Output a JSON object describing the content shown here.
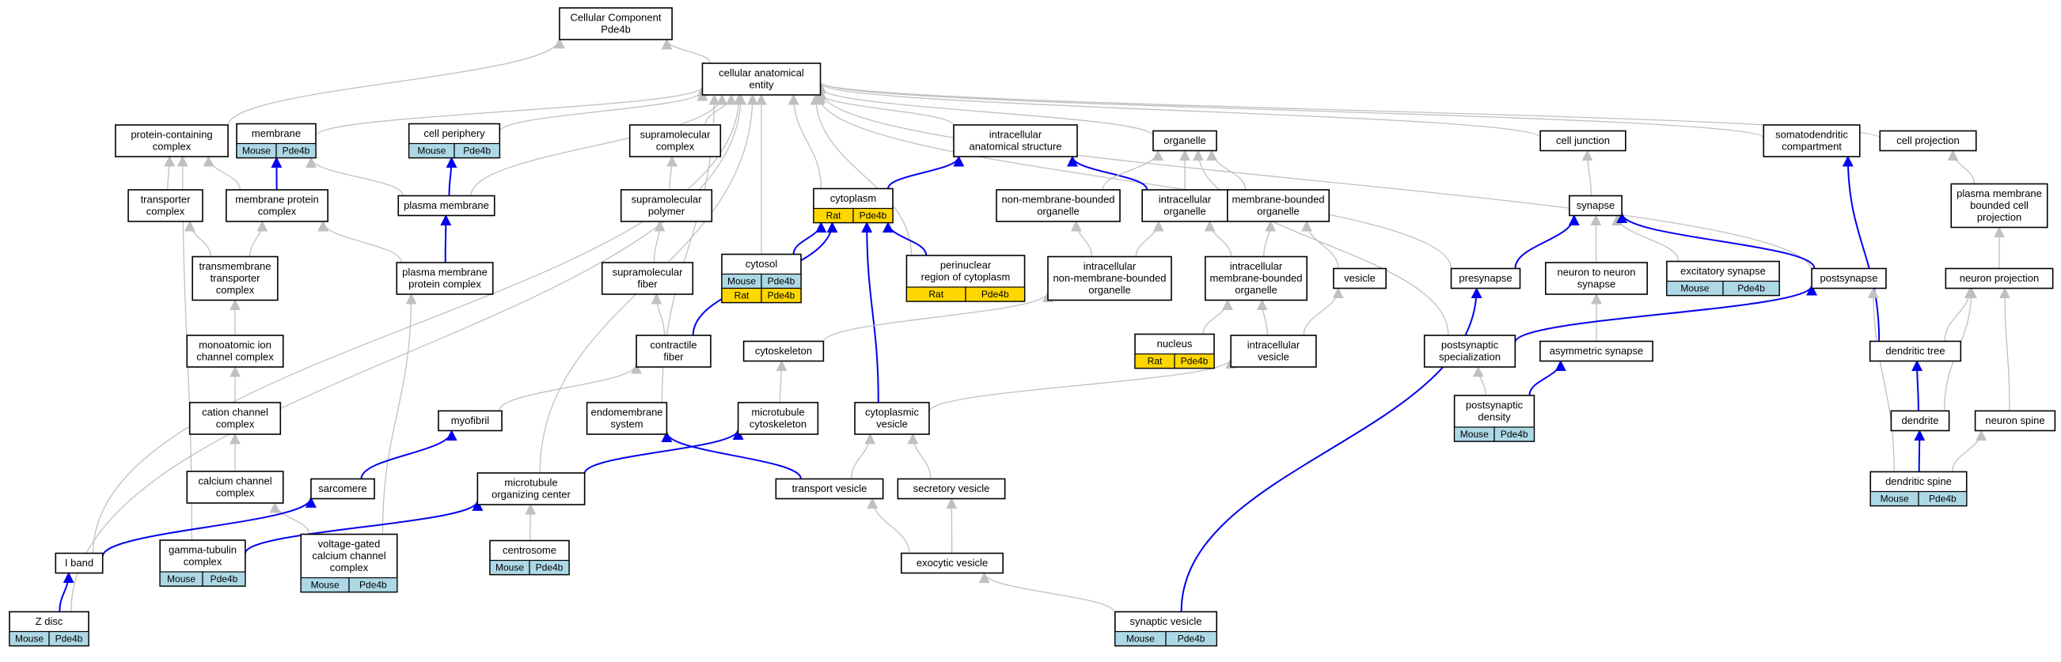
{
  "colors": {
    "is_a_edge": "#c0c0c0",
    "part_of_edge": "#0000ee",
    "mouse_tag": "#add8e6",
    "rat_tag": "#ffd700"
  },
  "nodes": [
    {
      "id": "cc",
      "lines": [
        "Cellular Component",
        "Pde4b"
      ]
    },
    {
      "id": "cae",
      "lines": [
        "cellular anatomical",
        "entity"
      ]
    },
    {
      "id": "pcc",
      "lines": [
        "protein-containing",
        "complex"
      ]
    },
    {
      "id": "membrane",
      "lines": [
        "membrane"
      ],
      "tags": [
        {
          "species": "Mouse",
          "gene": "Pde4b"
        }
      ]
    },
    {
      "id": "cellper",
      "lines": [
        "cell periphery"
      ],
      "tags": [
        {
          "species": "Mouse",
          "gene": "Pde4b"
        }
      ]
    },
    {
      "id": "supracomp",
      "lines": [
        "supramolecular",
        "complex"
      ]
    },
    {
      "id": "ias",
      "lines": [
        "intracellular",
        "anatomical structure"
      ]
    },
    {
      "id": "organelle",
      "lines": [
        "organelle"
      ]
    },
    {
      "id": "celljunc",
      "lines": [
        "cell junction"
      ]
    },
    {
      "id": "somato",
      "lines": [
        "somatodendritic",
        "compartment"
      ]
    },
    {
      "id": "cellproj",
      "lines": [
        "cell projection"
      ]
    },
    {
      "id": "transcomp",
      "lines": [
        "transporter",
        "complex"
      ]
    },
    {
      "id": "mpc",
      "lines": [
        "membrane protein",
        "complex"
      ]
    },
    {
      "id": "pm",
      "lines": [
        "plasma membrane"
      ]
    },
    {
      "id": "suprapoly",
      "lines": [
        "supramolecular",
        "polymer"
      ]
    },
    {
      "id": "cytoplasm",
      "lines": [
        "cytoplasm"
      ],
      "tags": [
        {
          "species": "Rat",
          "gene": "Pde4b"
        }
      ]
    },
    {
      "id": "nmbo",
      "lines": [
        "non-membrane-bounded",
        "organelle"
      ]
    },
    {
      "id": "intorg",
      "lines": [
        "intracellular",
        "organelle"
      ]
    },
    {
      "id": "mbo",
      "lines": [
        "membrane-bounded",
        "organelle"
      ]
    },
    {
      "id": "synapse",
      "lines": [
        "synapse"
      ]
    },
    {
      "id": "pmbcp",
      "lines": [
        "plasma membrane",
        "bounded cell",
        "projection"
      ]
    },
    {
      "id": "tmtc",
      "lines": [
        "transmembrane",
        "transporter",
        "complex"
      ]
    },
    {
      "id": "pmpc",
      "lines": [
        "plasma membrane",
        "protein complex"
      ]
    },
    {
      "id": "suprafiber",
      "lines": [
        "supramolecular",
        "fiber"
      ]
    },
    {
      "id": "cytosol",
      "lines": [
        "cytosol"
      ],
      "tags": [
        {
          "species": "Mouse",
          "gene": "Pde4b"
        },
        {
          "species": "Rat",
          "gene": "Pde4b"
        }
      ]
    },
    {
      "id": "perinuc",
      "lines": [
        "perinuclear",
        "region of cytoplasm"
      ],
      "tags": [
        {
          "species": "Rat",
          "gene": "Pde4b"
        }
      ]
    },
    {
      "id": "inmbo",
      "lines": [
        "intracellular",
        "non-membrane-bounded",
        "organelle"
      ]
    },
    {
      "id": "imbo",
      "lines": [
        "intracellular",
        "membrane-bounded",
        "organelle"
      ]
    },
    {
      "id": "vesicle",
      "lines": [
        "vesicle"
      ]
    },
    {
      "id": "presyn",
      "lines": [
        "presynapse"
      ]
    },
    {
      "id": "n2n",
      "lines": [
        "neuron to neuron",
        "synapse"
      ]
    },
    {
      "id": "excsyn",
      "lines": [
        "excitatory synapse"
      ],
      "tags": [
        {
          "species": "Mouse",
          "gene": "Pde4b"
        }
      ]
    },
    {
      "id": "postsyn",
      "lines": [
        "postsynapse"
      ]
    },
    {
      "id": "neuroproj",
      "lines": [
        "neuron projection"
      ]
    },
    {
      "id": "micc",
      "lines": [
        "monoatomic ion",
        "channel complex"
      ]
    },
    {
      "id": "contractile",
      "lines": [
        "contractile",
        "fiber"
      ]
    },
    {
      "id": "cytoskel",
      "lines": [
        "cytoskeleton"
      ]
    },
    {
      "id": "nucleus",
      "lines": [
        "nucleus"
      ],
      "tags": [
        {
          "species": "Rat",
          "gene": "Pde4b"
        }
      ]
    },
    {
      "id": "intves",
      "lines": [
        "intracellular",
        "vesicle"
      ]
    },
    {
      "id": "postspec",
      "lines": [
        "postsynaptic",
        "specialization"
      ]
    },
    {
      "id": "asymsyn",
      "lines": [
        "asymmetric synapse"
      ]
    },
    {
      "id": "dendtree",
      "lines": [
        "dendritic tree"
      ]
    },
    {
      "id": "ccc",
      "lines": [
        "cation channel",
        "complex"
      ]
    },
    {
      "id": "myofibril",
      "lines": [
        "myofibril"
      ]
    },
    {
      "id": "endomem",
      "lines": [
        "endomembrane",
        "system"
      ]
    },
    {
      "id": "mtcyto",
      "lines": [
        "microtubule",
        "cytoskeleton"
      ]
    },
    {
      "id": "cytves",
      "lines": [
        "cytoplasmic",
        "vesicle"
      ]
    },
    {
      "id": "psd",
      "lines": [
        "postsynaptic",
        "density"
      ],
      "tags": [
        {
          "species": "Mouse",
          "gene": "Pde4b"
        }
      ]
    },
    {
      "id": "dendrite",
      "lines": [
        "dendrite"
      ]
    },
    {
      "id": "nspine",
      "lines": [
        "neuron spine"
      ]
    },
    {
      "id": "cacc",
      "lines": [
        "calcium channel",
        "complex"
      ]
    },
    {
      "id": "sarcomere",
      "lines": [
        "sarcomere"
      ]
    },
    {
      "id": "mtoc",
      "lines": [
        "microtubule",
        "organizing center"
      ]
    },
    {
      "id": "transves",
      "lines": [
        "transport vesicle"
      ]
    },
    {
      "id": "secves",
      "lines": [
        "secretory vesicle"
      ]
    },
    {
      "id": "dspine",
      "lines": [
        "dendritic spine"
      ],
      "tags": [
        {
          "species": "Mouse",
          "gene": "Pde4b"
        }
      ]
    },
    {
      "id": "iband",
      "lines": [
        "I band"
      ]
    },
    {
      "id": "gtc",
      "lines": [
        "gamma-tubulin",
        "complex"
      ],
      "tags": [
        {
          "species": "Mouse",
          "gene": "Pde4b"
        }
      ]
    },
    {
      "id": "vgccc",
      "lines": [
        "voltage-gated",
        "calcium channel",
        "complex"
      ],
      "tags": [
        {
          "species": "Mouse",
          "gene": "Pde4b"
        }
      ]
    },
    {
      "id": "centrosome",
      "lines": [
        "centrosome"
      ],
      "tags": [
        {
          "species": "Mouse",
          "gene": "Pde4b"
        }
      ]
    },
    {
      "id": "exoves",
      "lines": [
        "exocytic vesicle"
      ]
    },
    {
      "id": "zdisc",
      "lines": [
        "Z disc"
      ],
      "tags": [
        {
          "species": "Mouse",
          "gene": "Pde4b"
        }
      ]
    },
    {
      "id": "synves",
      "lines": [
        "synaptic vesicle"
      ],
      "tags": [
        {
          "species": "Mouse",
          "gene": "Pde4b"
        }
      ]
    }
  ],
  "edges": [
    {
      "from": "cae",
      "to": "cc",
      "rel": "is_a"
    },
    {
      "from": "pcc",
      "to": "cc",
      "rel": "is_a"
    },
    {
      "from": "membrane",
      "to": "cae",
      "rel": "is_a"
    },
    {
      "from": "cellper",
      "to": "cae",
      "rel": "is_a"
    },
    {
      "from": "supracomp",
      "to": "cae",
      "rel": "is_a"
    },
    {
      "from": "ias",
      "to": "cae",
      "rel": "is_a"
    },
    {
      "from": "organelle",
      "to": "cae",
      "rel": "is_a"
    },
    {
      "from": "celljunc",
      "to": "cae",
      "rel": "is_a"
    },
    {
      "from": "somato",
      "to": "cae",
      "rel": "is_a"
    },
    {
      "from": "cellproj",
      "to": "cae",
      "rel": "is_a"
    },
    {
      "from": "cytoplasm",
      "to": "cae",
      "rel": "is_a"
    },
    {
      "from": "cytosol",
      "to": "cae",
      "rel": "is_a"
    },
    {
      "from": "perinuc",
      "to": "cae",
      "rel": "is_a"
    },
    {
      "from": "presyn",
      "to": "cae",
      "rel": "is_a"
    },
    {
      "from": "postsyn",
      "to": "cae",
      "rel": "is_a"
    },
    {
      "from": "pm",
      "to": "cae",
      "rel": "is_a"
    },
    {
      "from": "endomem",
      "to": "cae",
      "rel": "is_a"
    },
    {
      "from": "mtoc",
      "to": "cae",
      "rel": "is_a"
    },
    {
      "from": "iband",
      "to": "cae",
      "rel": "is_a"
    },
    {
      "from": "zdisc",
      "to": "cae",
      "rel": "is_a"
    },
    {
      "from": "transcomp",
      "to": "pcc",
      "rel": "is_a"
    },
    {
      "from": "mpc",
      "to": "pcc",
      "rel": "is_a"
    },
    {
      "from": "gtc",
      "to": "pcc",
      "rel": "is_a"
    },
    {
      "from": "mpc",
      "to": "membrane",
      "rel": "part_of"
    },
    {
      "from": "pm",
      "to": "membrane",
      "rel": "is_a"
    },
    {
      "from": "pm",
      "to": "cellper",
      "rel": "part_of"
    },
    {
      "from": "pmpc",
      "to": "pm",
      "rel": "part_of"
    },
    {
      "from": "suprapoly",
      "to": "supracomp",
      "rel": "is_a"
    },
    {
      "from": "suprafiber",
      "to": "suprapoly",
      "rel": "is_a"
    },
    {
      "from": "contractile",
      "to": "suprafiber",
      "rel": "is_a"
    },
    {
      "from": "cytoplasm",
      "to": "ias",
      "rel": "part_of"
    },
    {
      "from": "intorg",
      "to": "ias",
      "rel": "part_of"
    },
    {
      "from": "nmbo",
      "to": "organelle",
      "rel": "is_a"
    },
    {
      "from": "intorg",
      "to": "organelle",
      "rel": "is_a"
    },
    {
      "from": "mbo",
      "to": "organelle",
      "rel": "is_a"
    },
    {
      "from": "postspec",
      "to": "organelle",
      "rel": "is_a"
    },
    {
      "from": "inmbo",
      "to": "nmbo",
      "rel": "is_a"
    },
    {
      "from": "inmbo",
      "to": "intorg",
      "rel": "is_a"
    },
    {
      "from": "imbo",
      "to": "intorg",
      "rel": "is_a"
    },
    {
      "from": "imbo",
      "to": "mbo",
      "rel": "is_a"
    },
    {
      "from": "vesicle",
      "to": "mbo",
      "rel": "is_a"
    },
    {
      "from": "cytosol",
      "to": "cytoplasm",
      "rel": "part_of"
    },
    {
      "from": "perinuc",
      "to": "cytoplasm",
      "rel": "part_of"
    },
    {
      "from": "contractile",
      "to": "cytoplasm",
      "rel": "part_of"
    },
    {
      "from": "cytves",
      "to": "cytoplasm",
      "rel": "part_of"
    },
    {
      "from": "tmtc",
      "to": "transcomp",
      "rel": "is_a"
    },
    {
      "from": "tmtc",
      "to": "mpc",
      "rel": "is_a"
    },
    {
      "from": "pmpc",
      "to": "mpc",
      "rel": "is_a"
    },
    {
      "from": "micc",
      "to": "tmtc",
      "rel": "is_a"
    },
    {
      "from": "ccc",
      "to": "micc",
      "rel": "is_a"
    },
    {
      "from": "cacc",
      "to": "ccc",
      "rel": "is_a"
    },
    {
      "from": "vgccc",
      "to": "cacc",
      "rel": "is_a"
    },
    {
      "from": "vgccc",
      "to": "pmpc",
      "rel": "is_a"
    },
    {
      "from": "cytoskel",
      "to": "inmbo",
      "rel": "is_a"
    },
    {
      "from": "nucleus",
      "to": "imbo",
      "rel": "is_a"
    },
    {
      "from": "intves",
      "to": "imbo",
      "rel": "is_a"
    },
    {
      "from": "intves",
      "to": "vesicle",
      "rel": "is_a"
    },
    {
      "from": "cytves",
      "to": "intves",
      "rel": "is_a"
    },
    {
      "from": "mtcyto",
      "to": "cytoskel",
      "rel": "is_a"
    },
    {
      "from": "myofibril",
      "to": "contractile",
      "rel": "is_a"
    },
    {
      "from": "sarcomere",
      "to": "myofibril",
      "rel": "part_of"
    },
    {
      "from": "iband",
      "to": "sarcomere",
      "rel": "part_of"
    },
    {
      "from": "zdisc",
      "to": "iband",
      "rel": "part_of"
    },
    {
      "from": "mtoc",
      "to": "mtcyto",
      "rel": "part_of"
    },
    {
      "from": "gtc",
      "to": "mtoc",
      "rel": "part_of"
    },
    {
      "from": "centrosome",
      "to": "mtoc",
      "rel": "is_a"
    },
    {
      "from": "transves",
      "to": "endomem",
      "rel": "part_of"
    },
    {
      "from": "transves",
      "to": "cytves",
      "rel": "is_a"
    },
    {
      "from": "secves",
      "to": "cytves",
      "rel": "is_a"
    },
    {
      "from": "exoves",
      "to": "transves",
      "rel": "is_a"
    },
    {
      "from": "exoves",
      "to": "secves",
      "rel": "is_a"
    },
    {
      "from": "synves",
      "to": "exoves",
      "rel": "is_a"
    },
    {
      "from": "synves",
      "to": "presyn",
      "rel": "part_of"
    },
    {
      "from": "synapse",
      "to": "celljunc",
      "rel": "is_a"
    },
    {
      "from": "presyn",
      "to": "synapse",
      "rel": "part_of"
    },
    {
      "from": "n2n",
      "to": "synapse",
      "rel": "is_a"
    },
    {
      "from": "excsyn",
      "to": "synapse",
      "rel": "is_a"
    },
    {
      "from": "postsyn",
      "to": "synapse",
      "rel": "part_of"
    },
    {
      "from": "asymsyn",
      "to": "n2n",
      "rel": "is_a"
    },
    {
      "from": "psd",
      "to": "asymsyn",
      "rel": "part_of"
    },
    {
      "from": "psd",
      "to": "postspec",
      "rel": "is_a"
    },
    {
      "from": "postspec",
      "to": "postsyn",
      "rel": "part_of"
    },
    {
      "from": "dendtree",
      "to": "somato",
      "rel": "part_of"
    },
    {
      "from": "pmbcp",
      "to": "cellproj",
      "rel": "is_a"
    },
    {
      "from": "neuroproj",
      "to": "pmbcp",
      "rel": "is_a"
    },
    {
      "from": "dendtree",
      "to": "neuroproj",
      "rel": "is_a"
    },
    {
      "from": "dendrite",
      "to": "neuroproj",
      "rel": "is_a"
    },
    {
      "from": "nspine",
      "to": "neuroproj",
      "rel": "is_a"
    },
    {
      "from": "dendrite",
      "to": "dendtree",
      "rel": "part_of"
    },
    {
      "from": "dspine",
      "to": "dendrite",
      "rel": "part_of"
    },
    {
      "from": "dspine",
      "to": "nspine",
      "rel": "is_a"
    },
    {
      "from": "dspine",
      "to": "postsyn",
      "rel": "is_a"
    }
  ]
}
